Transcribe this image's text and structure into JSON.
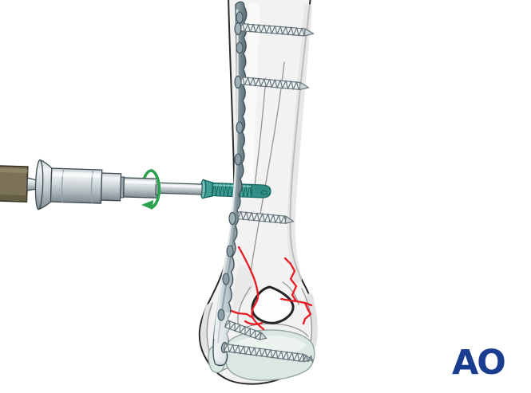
{
  "illustration": {
    "kind": "medical-illustration",
    "subject": "Distal bone fracture fixed with a lateral plate; a screwdriver inserts a green self-tapping screw through the plate while screws hold the plate to the shaft; red lines mark the articular fracture",
    "elements": [
      {
        "name": "bone",
        "description": "long bone shaft with fractured distal articular end"
      },
      {
        "name": "fracture-lines",
        "description": "red fracture lines around the distal fossa"
      },
      {
        "name": "bone-plate",
        "description": "scalloped metal plate along the shaft"
      },
      {
        "name": "cortical-screws",
        "description": "five gray threaded screws through plate and bone"
      },
      {
        "name": "locking-screw",
        "description": "teal screw being driven through the plate"
      },
      {
        "name": "screwdriver",
        "description": "screwdriver with olive handle and metal shaft"
      },
      {
        "name": "rotation-arrow-icon",
        "description": "green circular arrow showing clockwise turning"
      }
    ]
  },
  "logo": {
    "text": "AO"
  },
  "colors": {
    "bg": "#ffffff",
    "bone_fill": "#f2f2f2",
    "bone_outline": "#2b2b2b",
    "bone_shadow": "#e2e2e2",
    "bone_highlight": "#fbfbfb",
    "contour_gray": "#949494",
    "fracture_red": "#e71c24",
    "cartilage_fill": "#dbe7e2",
    "cartilage_highlight": "#edf4f0",
    "cartilage_edge": "#94a59f",
    "plate_outline": "#42525a",
    "plate_light": "#e8eef0",
    "plate_mid": "#b7c5ca",
    "plate_deep": "#7d9097",
    "plate_dark": "#5a6c72",
    "screw_fill": "#eef1f2",
    "screw_line": "#66767c",
    "screw_tip": "#cdd5d8",
    "teal_fill": "#3f9e95",
    "teal_dark": "#14635c",
    "teal_tip": "#2f8d85",
    "teal_light": "#8ed2ca",
    "teal_flange": "#6fbfb6",
    "handle_fill": "#7b7257",
    "handle_dark": "#5f5942",
    "handle_light": "#948b6b",
    "handle_outline": "#35301f",
    "metal_light": "#f2f5f6",
    "metal_mid": "#c3ccd0",
    "metal_dark": "#7e8b91",
    "metal_outline": "#3c4a50",
    "arrow_green": "#2aa14e",
    "logo_blue": "#1b3d8f"
  }
}
